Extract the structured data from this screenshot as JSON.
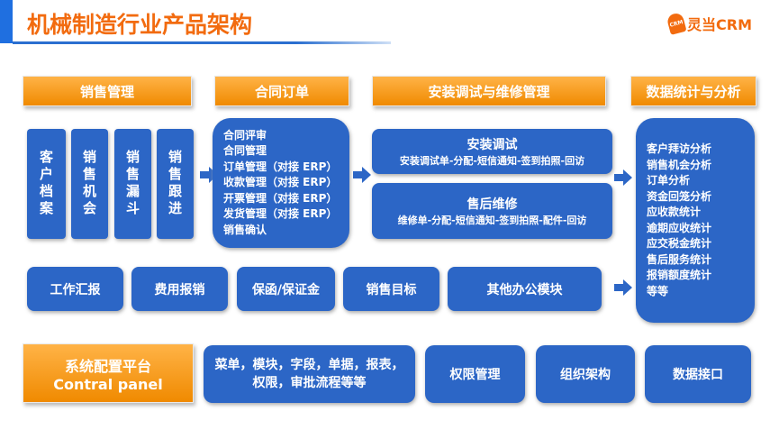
{
  "title": "机械制造行业产品架构",
  "logo": {
    "badge": "CRM",
    "text": "灵当CRM"
  },
  "headers": {
    "sales": "销售管理",
    "contract": "合同订单",
    "install": "安装调试与维修管理",
    "data": "数据统计与分析"
  },
  "sales_items": [
    "客户档案",
    "销售机会",
    "销售漏斗",
    "销售跟进"
  ],
  "contract_items": [
    "合同评审",
    "合同管理",
    "订单管理（对接 ERP）",
    "收款管理（对接 ERP）",
    "开票管理（对接 ERP）",
    "发货管理（对接 ERP）",
    "销售确认"
  ],
  "install": {
    "title": "安装调试",
    "desc": "安装调试单-分配-短信通知-签到拍照-回访"
  },
  "repair": {
    "title": "售后维修",
    "desc": "维修单-分配-短信通知-签到拍照-配件-回访"
  },
  "data_items": [
    "客户拜访分析",
    "销售机会分析",
    "订单分析",
    "资金回笼分析",
    "应收款统计",
    "逾期应收统计",
    "应交税金统计",
    "售后服务统计",
    "报销额度统计",
    "等等"
  ],
  "office": [
    "工作汇报",
    "费用报销",
    "保函/保证金",
    "销售目标",
    "其他办公模块"
  ],
  "system": {
    "title": "系统配置平台",
    "subtitle": "Contral panel",
    "config": "菜单，模块，字段，单据，报表，权限，审批流程等等",
    "items": [
      "权限管理",
      "组织架构",
      "数据接口"
    ]
  }
}
